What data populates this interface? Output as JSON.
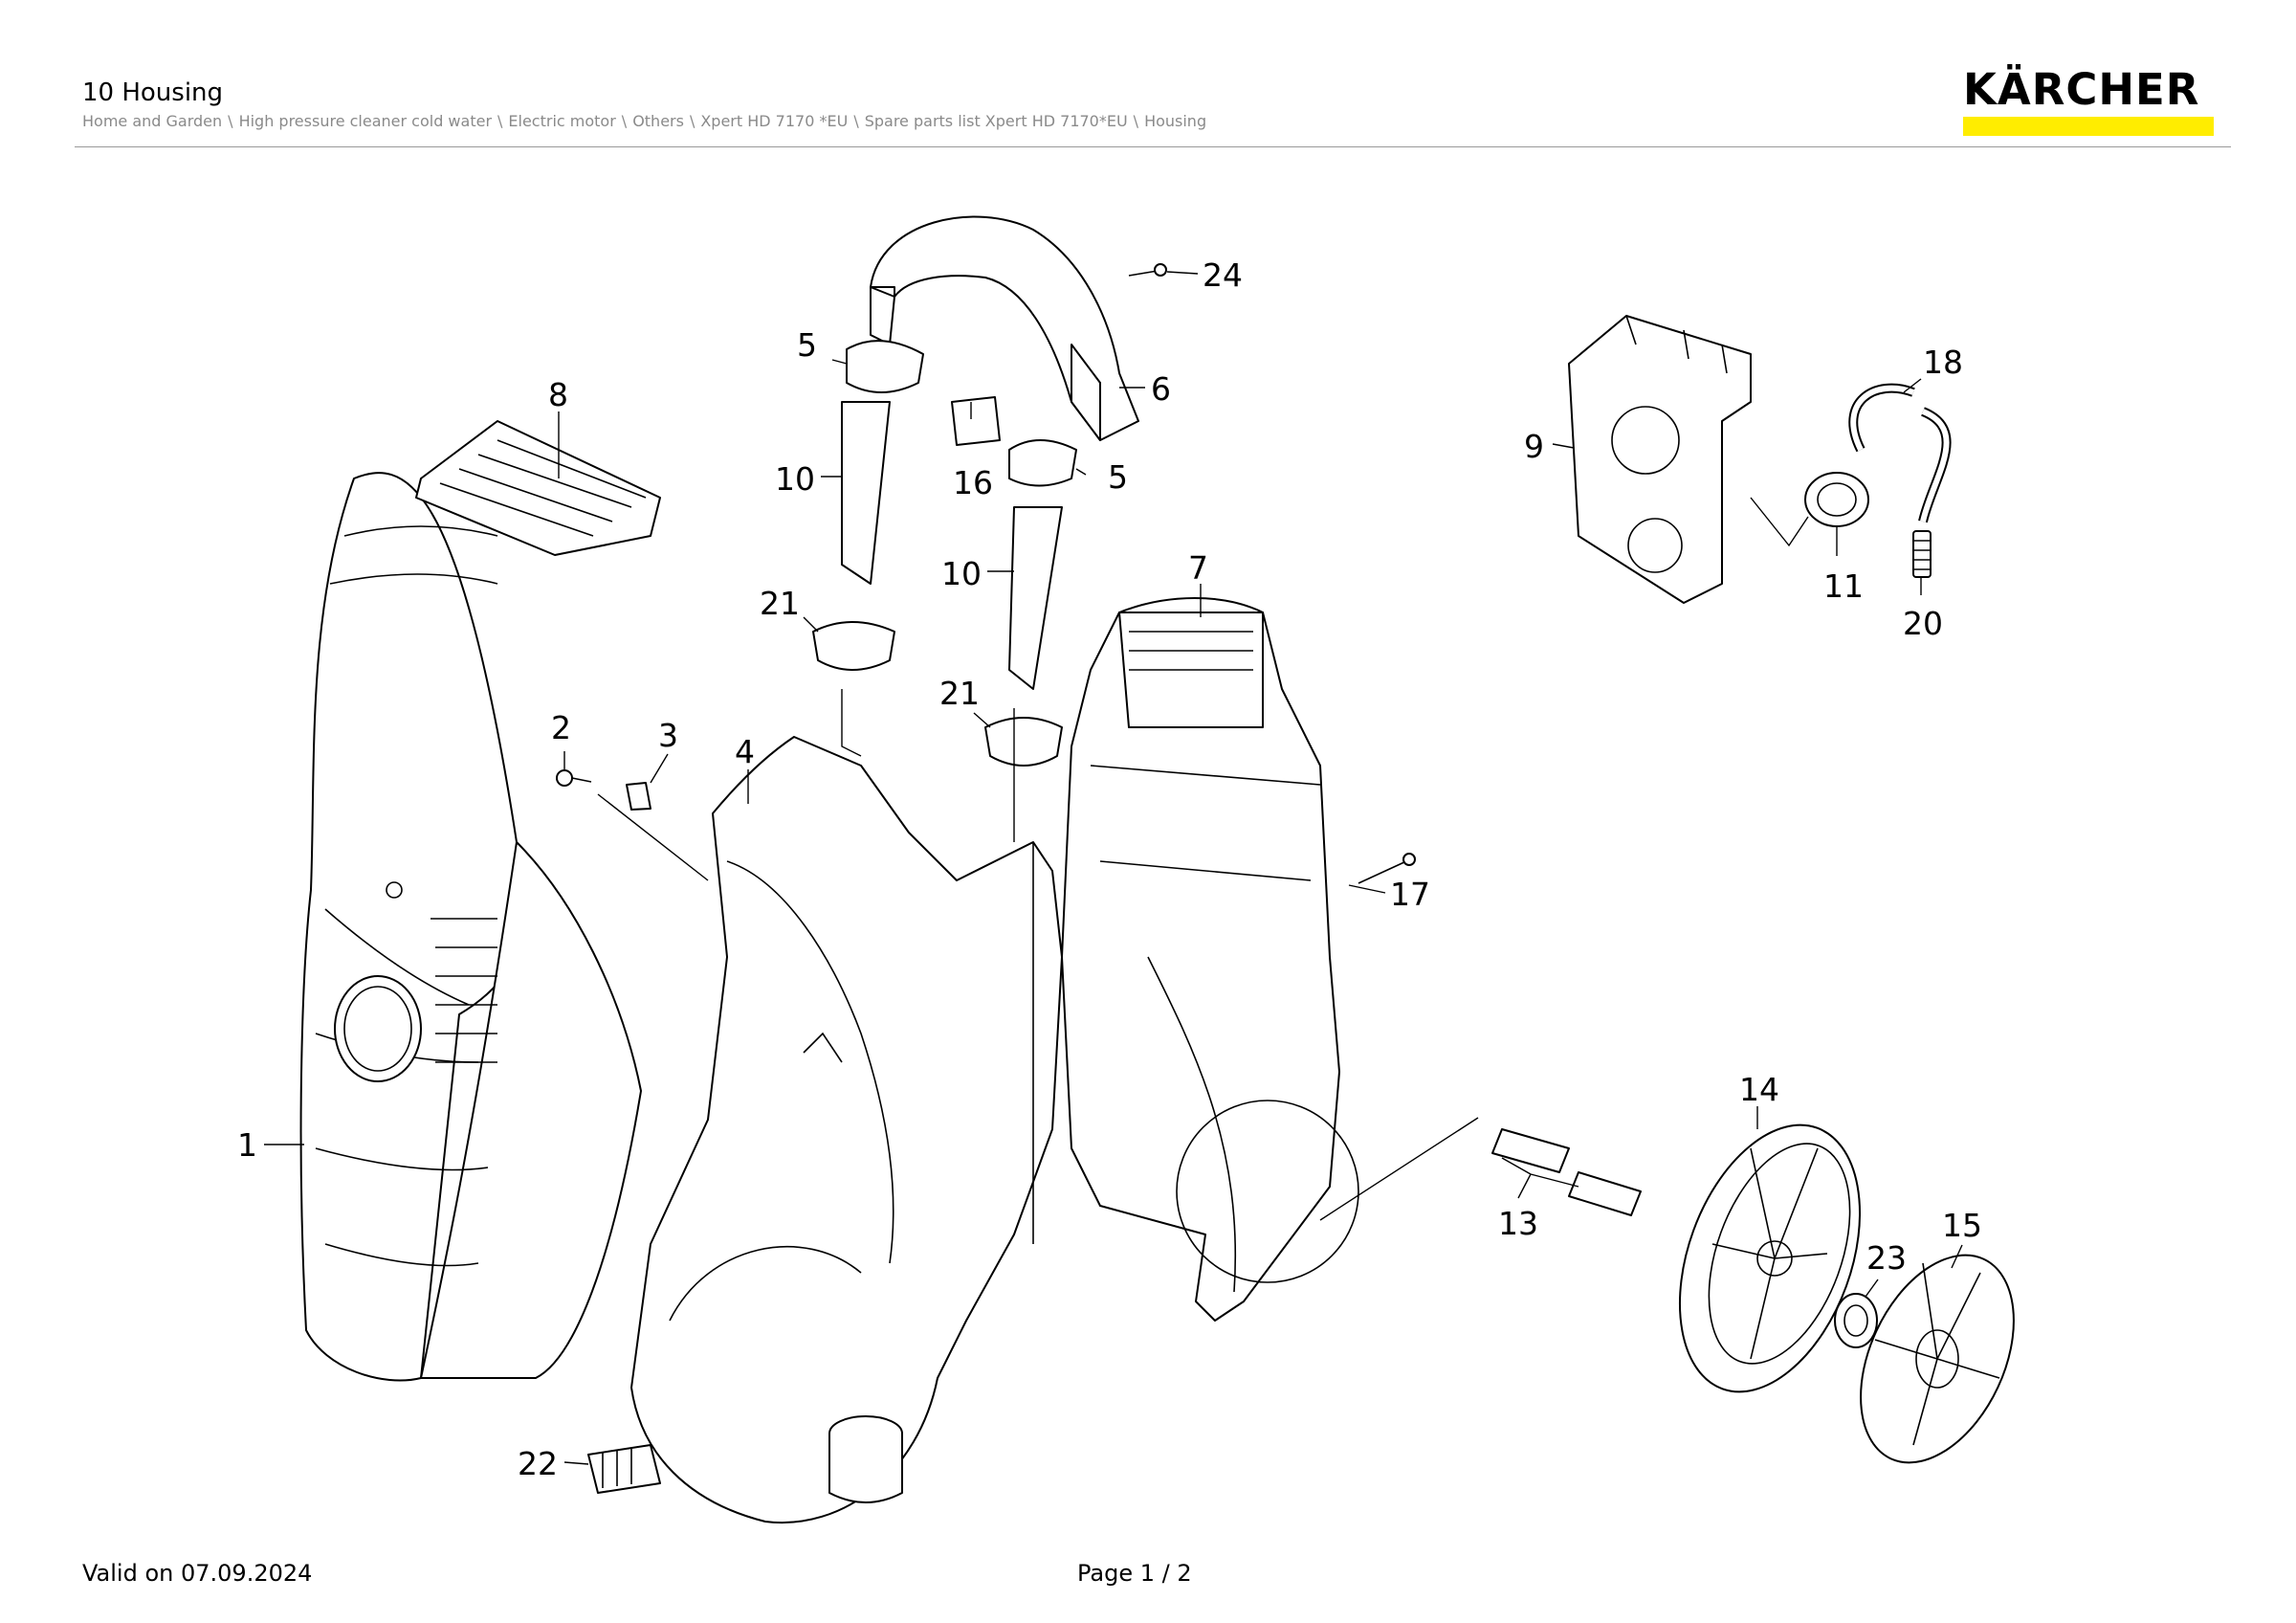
{
  "header": {
    "title": "10 Housing",
    "breadcrumb": [
      "Home and Garden",
      "High pressure cleaner cold water",
      "Electric motor",
      "Others",
      "Xpert HD 7170 *EU",
      "Spare parts list Xpert HD 7170*EU",
      "Housing"
    ],
    "logo_text": "KÄRCHER",
    "logo_color": "#ffed00"
  },
  "diagram": {
    "callouts": [
      "1",
      "2",
      "3",
      "4",
      "5",
      "5",
      "6",
      "7",
      "8",
      "9",
      "10",
      "10",
      "11",
      "13",
      "14",
      "15",
      "16",
      "17",
      "18",
      "20",
      "21",
      "21",
      "22",
      "23",
      "24"
    ]
  },
  "footer": {
    "valid": "Valid on 07.09.2024",
    "page": "Page 1 / 2"
  }
}
